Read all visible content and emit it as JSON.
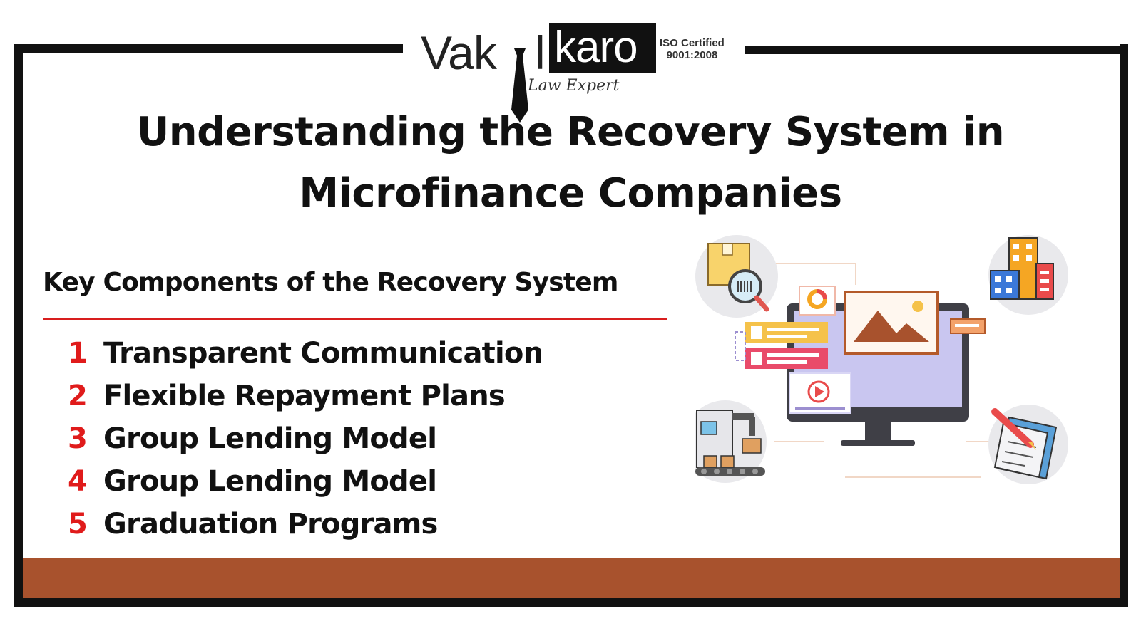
{
  "logo": {
    "left_text": "Vak",
    "middle_text": "l",
    "boxed_text": "karo",
    "tagline": "Law Expert",
    "certification_line1": "ISO Certified",
    "certification_line2": "9001:2008"
  },
  "title": {
    "line1": "Understanding the Recovery System in",
    "line2": "Microfinance Companies"
  },
  "components": {
    "heading": "Key Components of the Recovery System",
    "items": [
      {
        "number": "1",
        "label": "Transparent Communication"
      },
      {
        "number": "2",
        "label": "Flexible Repayment Plans"
      },
      {
        "number": "3",
        "label": "Group Lending Model"
      },
      {
        "number": "4",
        "label": "Group Lending Model"
      },
      {
        "number": "5",
        "label": "Graduation Programs"
      }
    ]
  },
  "illustration": {
    "icons": [
      "package-scan-icon",
      "office-buildings-icon",
      "factory-conveyor-icon",
      "notepad-pencil-icon",
      "computer-monitor-icon"
    ]
  },
  "colors": {
    "accent_red": "#e01b1b",
    "rule_red": "#d81e1e",
    "footer_brown": "#a8522d",
    "frame_black": "#111111"
  }
}
